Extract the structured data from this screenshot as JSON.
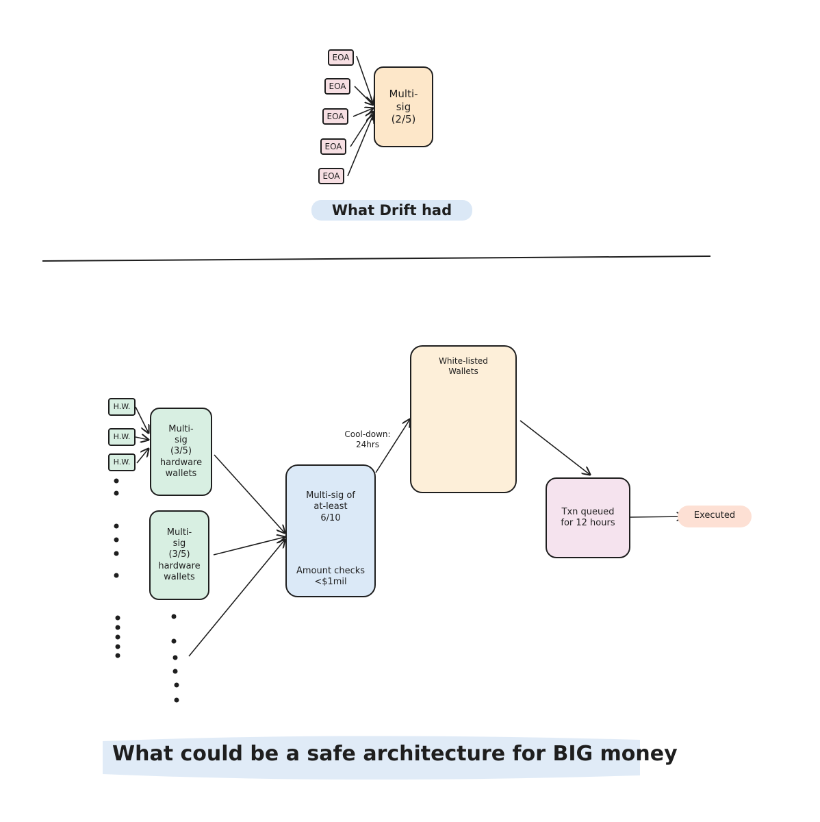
{
  "top": {
    "eoa_label": "EOA",
    "multisig_label": "Multi-\nsig\n(2/5)",
    "caption": "What Drift had"
  },
  "bottom": {
    "hw_label": "H.W.",
    "multisig_group_a": "Multi-\nsig\n(3/5)\nhardware\nwallets",
    "multisig_group_b": "Multi-\nsig\n(3/5)\nhardware\nwallets",
    "main_multisig": "Multi-sig of\nat-least\n6/10",
    "amount_checks": "Amount checks\n<$1mil",
    "cooldown": "Cool-down:\n24hrs",
    "whitelist_title": "White-listed\nWallets",
    "txn_queue": "Txn queued\nfor 12 hours",
    "executed": "Executed",
    "caption": "What could be a safe architecture for BIG money"
  },
  "colors": {
    "stroke": "#1e1e1e",
    "eoa_fill": "#f7dfe3",
    "multisig_top_fill": "#fde7c9",
    "hw_fill": "#d8efe2",
    "main_multisig_fill": "#dbe9f7",
    "whitelist_fill": "#fdefd9",
    "txn_fill": "#f5e3ee",
    "executed_fill": "#fde0d4",
    "caption_highlight": "#dbe8f6"
  }
}
